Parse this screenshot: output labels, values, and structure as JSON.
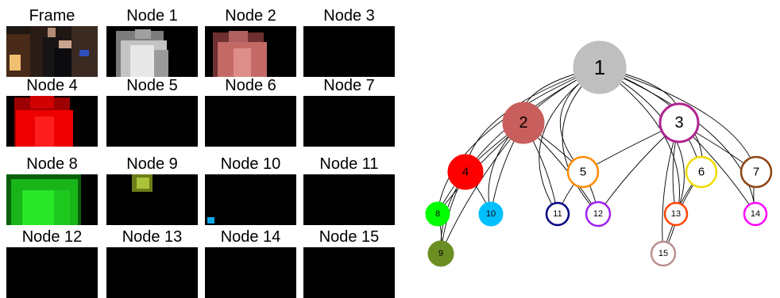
{
  "panels": [
    {
      "label": "Frame",
      "kind": "photo"
    },
    {
      "label": "Node 1",
      "kind": "gray"
    },
    {
      "label": "Node 2",
      "kind": "pink"
    },
    {
      "label": "Node 3",
      "kind": "black"
    },
    {
      "label": "Node 4",
      "kind": "red"
    },
    {
      "label": "Node 5",
      "kind": "black"
    },
    {
      "label": "Node 6",
      "kind": "black"
    },
    {
      "label": "Node 7",
      "kind": "black"
    },
    {
      "label": "Node 8",
      "kind": "green"
    },
    {
      "label": "Node 9",
      "kind": "olive"
    },
    {
      "label": "Node 10",
      "kind": "cyan"
    },
    {
      "label": "Node 11",
      "kind": "black"
    },
    {
      "label": "Node 12",
      "kind": "black"
    },
    {
      "label": "Node 13",
      "kind": "black"
    },
    {
      "label": "Node 14",
      "kind": "black"
    },
    {
      "label": "Node 15",
      "kind": "black"
    }
  ],
  "graph": {
    "nodes": [
      {
        "id": "1",
        "color": "#bfbfbf",
        "filled": true
      },
      {
        "id": "2",
        "color": "#c85f5c",
        "filled": true
      },
      {
        "id": "3",
        "color": "#b0238f",
        "filled": false
      },
      {
        "id": "4",
        "color": "#ff0000",
        "filled": true
      },
      {
        "id": "5",
        "color": "#ff8c00",
        "filled": false
      },
      {
        "id": "6",
        "color": "#f0dc00",
        "filled": false
      },
      {
        "id": "7",
        "color": "#8b4513",
        "filled": false
      },
      {
        "id": "8",
        "color": "#00ff00",
        "filled": true
      },
      {
        "id": "9",
        "color": "#6b8e23",
        "filled": true
      },
      {
        "id": "10",
        "color": "#00bfff",
        "filled": true
      },
      {
        "id": "11",
        "color": "#000080",
        "filled": false
      },
      {
        "id": "12",
        "color": "#a020f0",
        "filled": false
      },
      {
        "id": "13",
        "color": "#ff4500",
        "filled": false
      },
      {
        "id": "14",
        "color": "#ff00ff",
        "filled": false
      },
      {
        "id": "15",
        "color": "#bc8f8f",
        "filled": false
      }
    ],
    "edges": [
      [
        "1",
        "2"
      ],
      [
        "1",
        "3"
      ],
      [
        "1",
        "4"
      ],
      [
        "1",
        "5"
      ],
      [
        "1",
        "6"
      ],
      [
        "1",
        "7"
      ],
      [
        "1",
        "8"
      ],
      [
        "1",
        "9"
      ],
      [
        "1",
        "10"
      ],
      [
        "1",
        "11"
      ],
      [
        "1",
        "12"
      ],
      [
        "1",
        "13"
      ],
      [
        "1",
        "14"
      ],
      [
        "1",
        "15"
      ],
      [
        "2",
        "4"
      ],
      [
        "2",
        "5"
      ],
      [
        "2",
        "8"
      ],
      [
        "2",
        "9"
      ],
      [
        "2",
        "10"
      ],
      [
        "2",
        "11"
      ],
      [
        "2",
        "12"
      ],
      [
        "3",
        "5"
      ],
      [
        "3",
        "6"
      ],
      [
        "3",
        "7"
      ],
      [
        "3",
        "12"
      ],
      [
        "3",
        "13"
      ],
      [
        "3",
        "14"
      ],
      [
        "3",
        "15"
      ],
      [
        "4",
        "8"
      ],
      [
        "4",
        "9"
      ],
      [
        "4",
        "10"
      ],
      [
        "5",
        "11"
      ],
      [
        "5",
        "12"
      ],
      [
        "6",
        "13"
      ],
      [
        "6",
        "15"
      ],
      [
        "7",
        "14"
      ],
      [
        "8",
        "9"
      ]
    ]
  }
}
